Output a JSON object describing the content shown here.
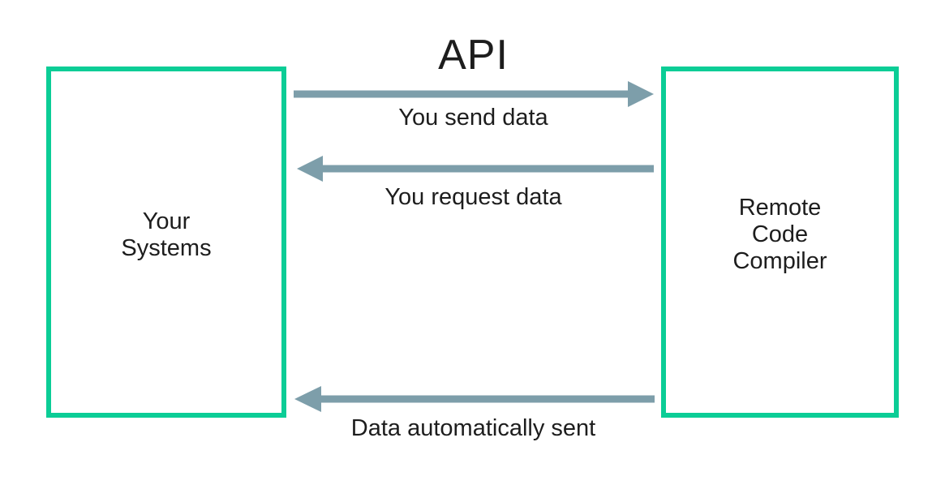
{
  "title": "API",
  "colors": {
    "box_border": "#0bcd96",
    "arrow": "#7d9eaa",
    "text": "#1d1d1d"
  },
  "boxes": {
    "left": {
      "name": "Your Systems",
      "lines": [
        "Your",
        "Systems"
      ]
    },
    "right": {
      "name": "Remote Code Compiler",
      "lines": [
        "Remote",
        "Code",
        "Compiler"
      ]
    }
  },
  "arrows": [
    {
      "label": "You send data",
      "direction": "right"
    },
    {
      "label": "You request data",
      "direction": "left"
    },
    {
      "label": "Data automatically sent",
      "direction": "left"
    }
  ]
}
